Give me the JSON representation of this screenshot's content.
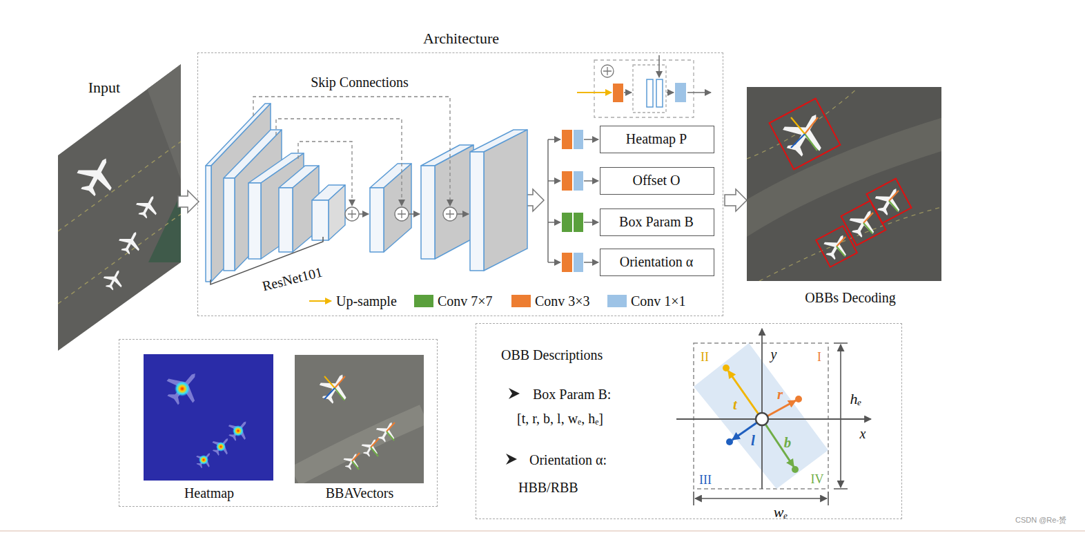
{
  "diagram": {
    "nodes": [
      {
        "text": [
          "Architecture"
        ]
      },
      {
        "text": [
          "Heatmap P"
        ],
        "in": 0
      },
      {
        "text": [
          "Offset O"
        ],
        "in": 0
      },
      {
        "text": [
          "Box Param B"
        ],
        "in": 0
      },
      {
        "text": [
          "Orientation α"
        ],
        "in": 0
      },
      {
        "text": [
          "Heatmap",
          "BBAVectors"
        ]
      },
      {
        "text": [
          "OBB Descriptions",
          "Box Param B:",
          "[t, r, b, l, wₑ, hₑ]",
          "Orientation α:",
          "HBB/RBB"
        ]
      }
    ],
    "labels": [
      "Input",
      "Skip Connections",
      "ResNet101",
      "OBBs Decoding",
      "II",
      "y",
      "I",
      "t",
      "r",
      "hₑ",
      "l",
      "b",
      "x",
      "III",
      "IV",
      "wₑ",
      "CSDN @Re-赟"
    ],
    "legend": [
      {
        "text": "Up-sample"
      },
      {
        "text": "Conv 7×7",
        "color": "#5aa03c"
      },
      {
        "text": "Conv 3×3",
        "color": "#ed7d31"
      },
      {
        "text": "Conv 1×1",
        "color": "#9dc3e6"
      }
    ]
  }
}
